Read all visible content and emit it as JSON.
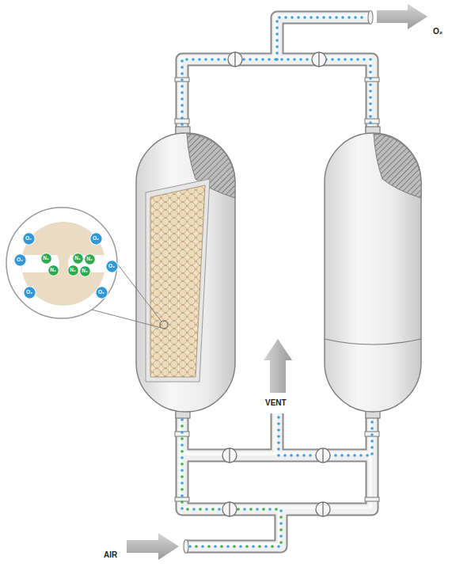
{
  "diagram": {
    "nodes": [
      {
        "text": [
          "O₂"
        ]
      },
      {
        "text": [
          "O₂"
        ]
      },
      {
        "text": [
          "O₂"
        ]
      },
      {
        "text": [
          "N₂"
        ]
      },
      {
        "text": [
          "N₂"
        ]
      },
      {
        "text": [
          "N₂"
        ]
      },
      {
        "text": [
          "O₂"
        ]
      },
      {
        "text": [
          "N₂"
        ]
      },
      {
        "text": [
          "N₂"
        ]
      },
      {
        "text": [
          "N₂"
        ]
      },
      {
        "text": [
          "O₂"
        ]
      },
      {
        "text": [
          "O₂"
        ]
      }
    ],
    "labels": [
      "O₂",
      "VENT",
      "AIR"
    ]
  }
}
